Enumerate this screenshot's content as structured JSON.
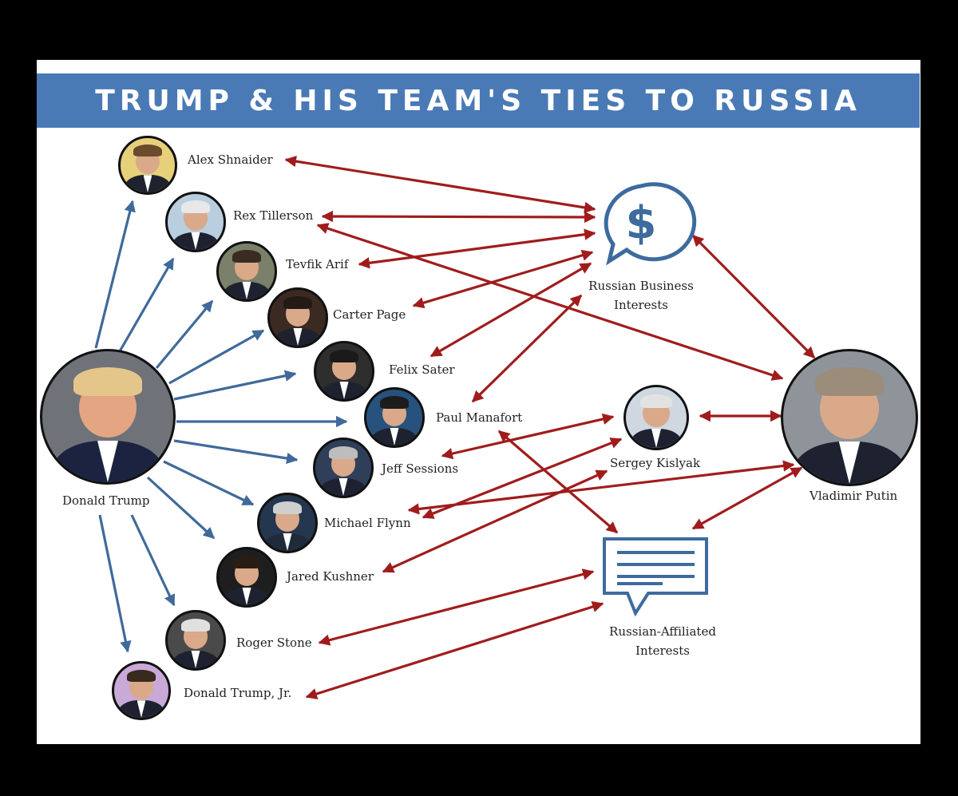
{
  "title": "TRUMP & HIS TEAM'S TIES TO RUSSIA",
  "colors": {
    "title_bar": "#4a7ab5",
    "blue_arrow": "#3f6a9a",
    "red_arrow": "#a01c1c",
    "icon": "#3d6b9e"
  },
  "nodes": {
    "donald_trump": "Donald Trump",
    "alex_shnaider": "Alex Shnaider",
    "rex_tillerson": "Rex Tillerson",
    "tevfik_arif": "Tevfik Arif",
    "carter_page": "Carter Page",
    "felix_sater": "Felix Sater",
    "paul_manafort": "Paul Manafort",
    "jeff_sessions": "Jeff Sessions",
    "michael_flynn": "Michael Flynn",
    "jared_kushner": "Jared Kushner",
    "roger_stone": "Roger Stone",
    "donald_trump_jr": "Donald Trump, Jr.",
    "sergey_kislyak": "Sergey Kislyak",
    "vladimir_putin": "Vladimir Putin",
    "russian_business_line1": "Russian Business",
    "russian_business_line2": "Interests",
    "russian_affiliated_line1": "Russian-Affiliated",
    "russian_affiliated_line2": "Interests"
  },
  "icons": {
    "business": "dollar-speech-bubble-icon",
    "affiliated": "document-speech-bubble-icon"
  },
  "edges": {
    "blue": [
      "alex_shnaider",
      "rex_tillerson",
      "tevfik_arif",
      "carter_page",
      "felix_sater",
      "paul_manafort",
      "jeff_sessions",
      "michael_flynn",
      "jared_kushner",
      "roger_stone",
      "donald_trump_jr"
    ],
    "red": [
      [
        "alex_shnaider",
        "russian_business"
      ],
      [
        "rex_tillerson",
        "russian_business"
      ],
      [
        "tevfik_arif",
        "russian_business"
      ],
      [
        "carter_page",
        "russian_business"
      ],
      [
        "felix_sater",
        "russian_business"
      ],
      [
        "paul_manafort",
        "russian_business"
      ],
      [
        "rex_tillerson",
        "vladimir_putin"
      ],
      [
        "vladimir_putin",
        "russian_business"
      ],
      [
        "vladimir_putin",
        "sergey_kislyak"
      ],
      [
        "jeff_sessions",
        "sergey_kislyak"
      ],
      [
        "michael_flynn",
        "sergey_kislyak"
      ],
      [
        "jared_kushner",
        "sergey_kislyak"
      ],
      [
        "michael_flynn",
        "vladimir_putin"
      ],
      [
        "paul_manafort",
        "russian_affiliated"
      ],
      [
        "vladimir_putin",
        "russian_affiliated"
      ],
      [
        "roger_stone",
        "russian_affiliated"
      ],
      [
        "donald_trump_jr",
        "russian_affiliated"
      ]
    ]
  }
}
